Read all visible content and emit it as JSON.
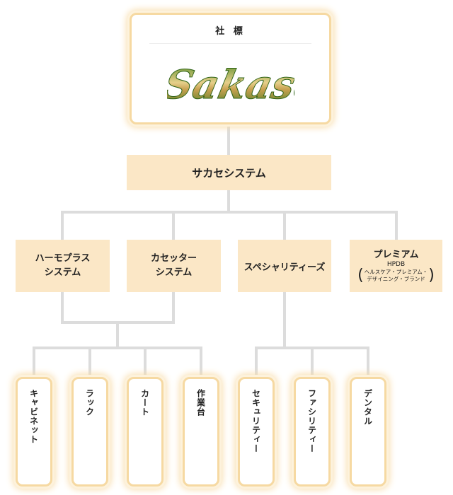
{
  "logo": {
    "caption": "社 標",
    "wordmark": "Sakase"
  },
  "root": "サカセシステム",
  "categories": [
    {
      "line1": "ハーモプラス",
      "line2": "システム"
    },
    {
      "line1": "カセッター",
      "line2": "システム"
    },
    {
      "line1": "スペシャリティーズ"
    },
    {
      "line1": "プレミアム",
      "line2": "HPDB",
      "note1": "ヘルスケア・プレミアム・",
      "note2": "デザイニング・ブランド"
    }
  ],
  "products": [
    "キャビネット",
    "ラック",
    "カート",
    "作業台",
    "セキュリティー",
    "ファシリティー",
    "デンタル"
  ],
  "colors": {
    "box_fill": "#fbe7c6",
    "connector": "#dcdcdc",
    "glow_border": "#f6d9a2",
    "logo_green": "#3f7c1e",
    "logo_gold": "#d9b86a"
  }
}
